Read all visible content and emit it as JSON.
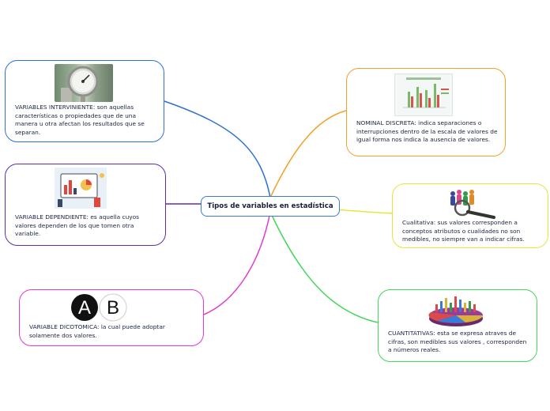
{
  "central_topic": "Tipos de variables en estadística",
  "nodes": {
    "interviniente": {
      "text": "VARIABLES INTERVINIENTE: son aquellas características o propiedades que de una manera u otra afectan los resultados que se separan.",
      "color": "#2f6fd6",
      "image": "pressure-gauge-photo"
    },
    "dependiente": {
      "text": "VARIABLE DEPENDIENTE: es aquella cuyos valores dependen de los que tomen otra variable.",
      "color": "#5b2fa8",
      "image": "dashboard-illustration"
    },
    "dicotomica": {
      "text": "VARIABLE DICOTOMICA: la cual puede adoptar solamente dos valores.",
      "color": "#e03ad1",
      "image": "a-b-letters",
      "letters": {
        "a": "A",
        "b": "B"
      }
    },
    "nominal": {
      "text": "NOMINAL DISCRETA: indica separaciones o interrupciones dentro de la escala de valores de igual forma nos indica la ausencia de valores.",
      "color": "#f2a229",
      "image": "bar-chart-thumbnail"
    },
    "cualitativa": {
      "text": "Cualitativa: sus valores corresponden a conceptos atributos o cualidades no son medibles, no siempre van a indicar cifras.",
      "color": "#e6e63a",
      "image": "magnifier-people-icon"
    },
    "cuantitativas": {
      "text": "CUANTITATIVAS: esta se expresa atraves de cifras, son medibles sus valores , corresponden a números reales.",
      "color": "#43d65a",
      "image": "3d-pie-chart-icon"
    }
  }
}
